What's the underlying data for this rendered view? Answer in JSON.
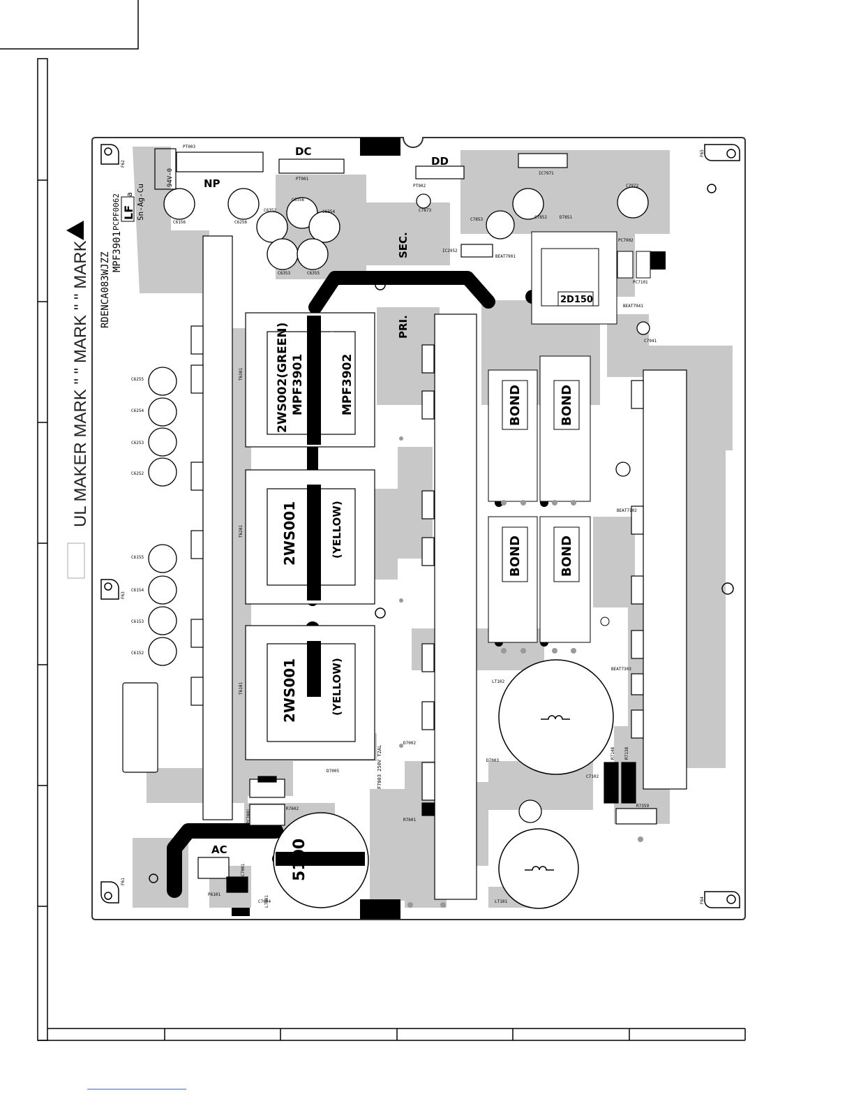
{
  "side_text": {
    "mark1": "UL MAKER MARK \" \" MARK \" \" MARK",
    "board_code": "RDENCA083WJZZ",
    "board_code2": "MPF3901",
    "pcb_code": "PCPF0062",
    "lf": "LF",
    "lf_sub": "a",
    "alloy": "Sn-Ag-Cu",
    "v0": "94V-0"
  },
  "sections": {
    "np": "NP",
    "dc": "DC",
    "dd": "DD",
    "sec": "SEC.",
    "pri": "PRI.",
    "ac": "AC"
  },
  "transformers": [
    {
      "line1": "2WS002(GREEN)",
      "line2": "MPF3901",
      "line3": "2WS001(YELLOW)",
      "line4": "MPF3902"
    },
    {
      "line1": "2WS001",
      "line2": "(YELLOW)"
    },
    {
      "line1": "2WS001",
      "line2": "(YELLOW)"
    }
  ],
  "bond_labels": [
    "BOND",
    "BOND",
    "BOND",
    "BOND"
  ],
  "inductor_2d150": "2D150",
  "inductor_5100": "5100",
  "fuse_label": "F7003 250V T2AL",
  "part_labels": {
    "pt003": "PT003",
    "pt901": "PT901",
    "pt902": "PT902",
    "ic7971": "IC7971",
    "ic2952": "IC2952",
    "c6156": "C6156",
    "c6256": "C6256",
    "c6352": "C6352",
    "c6356": "C6356",
    "c6354": "C6354",
    "c6353": "C6353",
    "c6355": "C6355",
    "c7873": "C7873",
    "c7853": "C7853",
    "c7852": "C7852",
    "c7972": "C7972",
    "d7851": "D7851",
    "c6255": "C6255",
    "c6254": "C6254",
    "c6253": "C6253",
    "c6252": "C6252",
    "c6155": "C6155",
    "c6154": "C6154",
    "c6153": "C6153",
    "c6152": "C6152",
    "t6301": "T6301",
    "t6201": "T6201",
    "t6101": "T6101",
    "lt102": "LT102",
    "lt101": "LT101",
    "l7001": "L7001",
    "pc7001": "PC7001",
    "p6101": "P6101",
    "c7001": "C7001",
    "c7004": "C7004",
    "r7602": "R7602",
    "r7601": "R7601",
    "d7005": "D7005",
    "d7002": "D7002",
    "d7003": "D7003",
    "c7102": "C7102",
    "r7148": "R7148",
    "r7138": "R7138",
    "r7359": "R7359",
    "beat7941": "BEAT7941",
    "c7941": "C7941",
    "pc7902": "PC7902",
    "pc7101": "PC7101",
    "beat7901": "BEAT7901",
    "beat7102": "BEAT7102",
    "beat7303": "BEAT7303",
    "f62": "F62",
    "f63": "F63",
    "f61": "F61",
    "f65": "F65",
    "f64": "F64"
  },
  "colors": {
    "copper": "#c8c8c8",
    "trace_black": "#000000",
    "board_outline": "#333333",
    "background": "#ffffff"
  }
}
